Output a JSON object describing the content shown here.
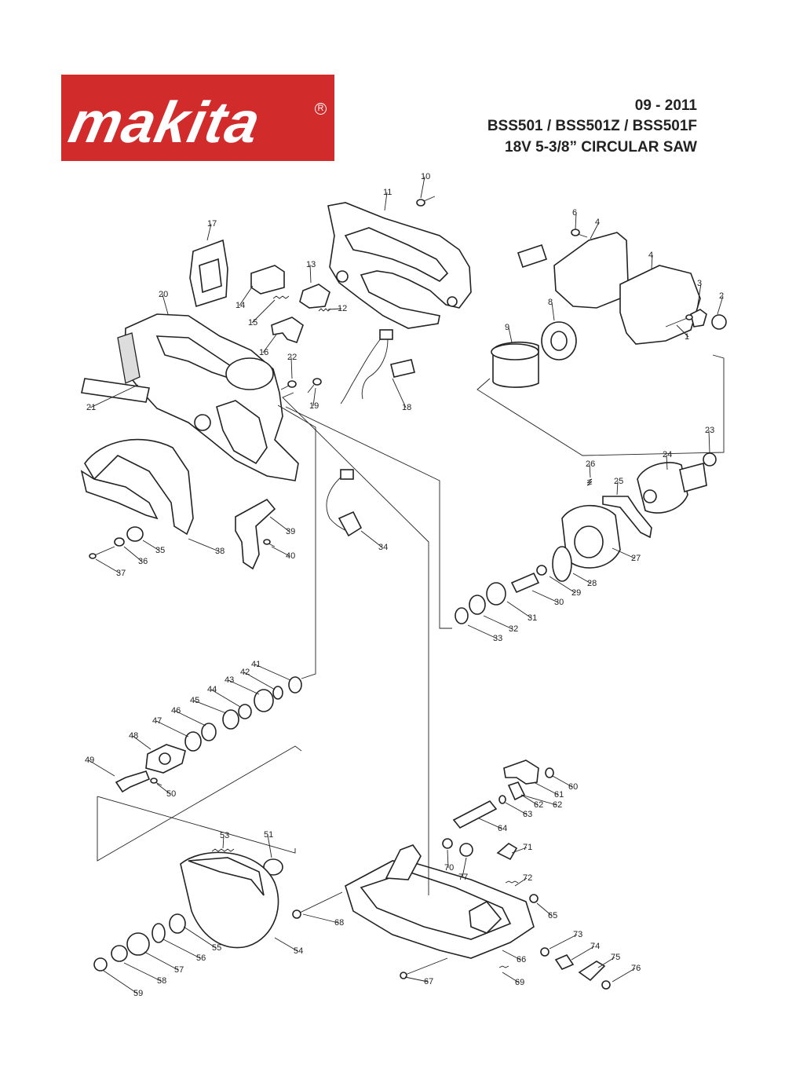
{
  "header": {
    "brand": "makita",
    "registered_mark": "R",
    "date": "09 - 2011",
    "models": "BSS501 / BSS501Z / BSS501F",
    "product": "18V 5-3/8” CIRCULAR SAW"
  },
  "parts": [
    "1",
    "2",
    "3",
    "4",
    "4",
    "6",
    "8",
    "9",
    "10",
    "11",
    "12",
    "13",
    "14",
    "15",
    "16",
    "17",
    "18",
    "19",
    "20",
    "21",
    "22",
    "23",
    "24",
    "25",
    "26",
    "27",
    "28",
    "29",
    "30",
    "31",
    "32",
    "33",
    "34",
    "35",
    "36",
    "37",
    "38",
    "39",
    "40",
    "41",
    "42",
    "43",
    "44",
    "45",
    "46",
    "47",
    "48",
    "49",
    "50",
    "51",
    "53",
    "54",
    "55",
    "56",
    "57",
    "58",
    "59",
    "60",
    "61",
    "62",
    "62",
    "63",
    "64",
    "65",
    "66",
    "67",
    "68",
    "69",
    "70",
    "71",
    "72",
    "73",
    "74",
    "75",
    "76",
    "77"
  ]
}
